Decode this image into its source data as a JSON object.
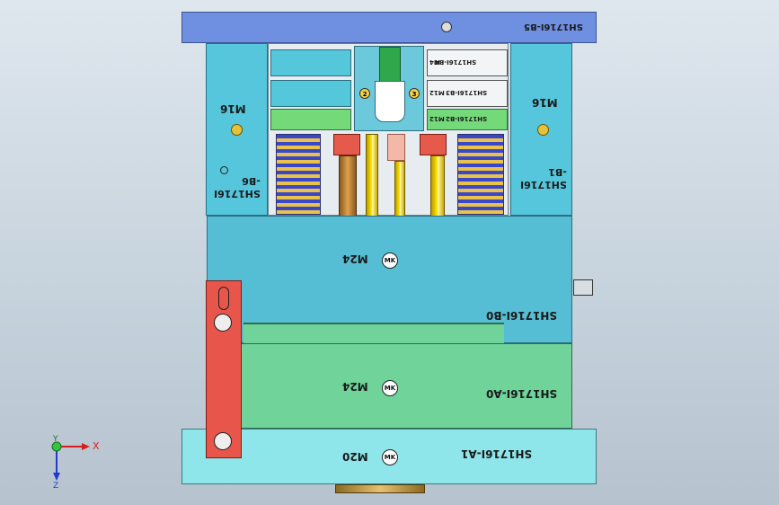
{
  "labels": {
    "top_plate": "SH1716I-B5",
    "left_block_id": "SH1716I\n-B6",
    "right_block_id": "SH1716I\n-B1",
    "left_bolt": "M16",
    "right_bolt": "M16",
    "core_b4": "SH1716I-B4",
    "core_b4_bolt": "M4",
    "core_b3": "SH1716I-B3",
    "core_b3_bolt": "M12",
    "core_b2": "SH1716I-B2",
    "core_b2_bolt": "M12",
    "balloon_left": "2",
    "balloon_right": "3",
    "plate_b0": "SH1716I-B0",
    "plate_b0_bolt": "M24",
    "plate_a0": "SH1716I-A0",
    "plate_a0_bolt": "M24",
    "plate_a1": "SH1716I-A1",
    "plate_a1_bolt": "M20",
    "symbol_text": "MK"
  },
  "triad": {
    "x": "X",
    "y": "Y",
    "z": "Z"
  },
  "colors": {
    "top_plate": "#6f8fe0",
    "side_blocks": "#56c6dc",
    "plate_b0": "#56bed4",
    "plate_a0": "#6fd39a",
    "plate_a1": "#8ee5ea",
    "red_bar": "#e8564b",
    "springs": "#3b47c9",
    "pins": "#ffe400"
  }
}
